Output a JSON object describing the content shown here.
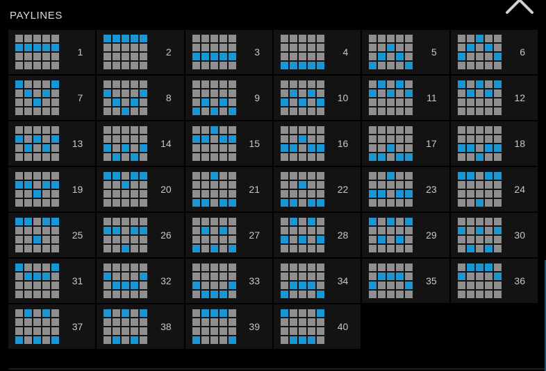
{
  "title": "PAYLINES",
  "close_icon": "x-close-icon",
  "colors": {
    "background": "#000000",
    "cell_bg": "#131313",
    "square_gray": "#8f8f8f",
    "square_blue": "#1996d3",
    "number_text": "#c8c8c8",
    "title_text": "#dcdcdc",
    "close_icon": "#d0d0d0",
    "scrollbar": "#1d5068",
    "divider": "#1c1c1c"
  },
  "pattern_grid": {
    "rows": 4,
    "cols": 5
  },
  "paylines": [
    {
      "number": 1,
      "pattern": [
        1,
        1,
        1,
        1,
        1
      ]
    },
    {
      "number": 2,
      "pattern": [
        0,
        0,
        0,
        0,
        0
      ]
    },
    {
      "number": 3,
      "pattern": [
        2,
        2,
        2,
        2,
        2
      ]
    },
    {
      "number": 4,
      "pattern": [
        3,
        3,
        3,
        3,
        3
      ]
    },
    {
      "number": 5,
      "pattern": [
        3,
        2,
        1,
        2,
        3
      ]
    },
    {
      "number": 6,
      "pattern": [
        2,
        1,
        0,
        1,
        2
      ]
    },
    {
      "number": 7,
      "pattern": [
        0,
        1,
        2,
        1,
        0
      ]
    },
    {
      "number": 8,
      "pattern": [
        1,
        2,
        3,
        2,
        1
      ]
    },
    {
      "number": 9,
      "pattern": [
        3,
        2,
        3,
        2,
        3
      ]
    },
    {
      "number": 10,
      "pattern": [
        2,
        1,
        2,
        1,
        2
      ]
    },
    {
      "number": 11,
      "pattern": [
        1,
        0,
        1,
        0,
        1
      ]
    },
    {
      "number": 12,
      "pattern": [
        0,
        1,
        0,
        1,
        0
      ]
    },
    {
      "number": 13,
      "pattern": [
        1,
        2,
        1,
        2,
        1
      ]
    },
    {
      "number": 14,
      "pattern": [
        2,
        3,
        2,
        3,
        2
      ]
    },
    {
      "number": 15,
      "pattern": [
        1,
        1,
        0,
        1,
        1
      ]
    },
    {
      "number": 16,
      "pattern": [
        2,
        2,
        1,
        2,
        2
      ]
    },
    {
      "number": 17,
      "pattern": [
        3,
        3,
        2,
        3,
        3
      ]
    },
    {
      "number": 18,
      "pattern": [
        2,
        2,
        3,
        2,
        2
      ]
    },
    {
      "number": 19,
      "pattern": [
        1,
        1,
        2,
        1,
        1
      ]
    },
    {
      "number": 20,
      "pattern": [
        0,
        0,
        1,
        0,
        0
      ]
    },
    {
      "number": 21,
      "pattern": [
        3,
        3,
        0,
        3,
        3
      ]
    },
    {
      "number": 22,
      "pattern": [
        3,
        3,
        1,
        3,
        3
      ]
    },
    {
      "number": 23,
      "pattern": [
        2,
        2,
        0,
        2,
        2
      ]
    },
    {
      "number": 24,
      "pattern": [
        0,
        0,
        3,
        0,
        0
      ]
    },
    {
      "number": 25,
      "pattern": [
        0,
        0,
        2,
        0,
        0
      ]
    },
    {
      "number": 26,
      "pattern": [
        1,
        1,
        3,
        1,
        1
      ]
    },
    {
      "number": 27,
      "pattern": [
        3,
        1,
        3,
        1,
        3
      ]
    },
    {
      "number": 28,
      "pattern": [
        2,
        0,
        2,
        0,
        2
      ]
    },
    {
      "number": 29,
      "pattern": [
        0,
        2,
        0,
        2,
        0
      ]
    },
    {
      "number": 30,
      "pattern": [
        1,
        3,
        1,
        3,
        1
      ]
    },
    {
      "number": 31,
      "pattern": [
        0,
        1,
        1,
        1,
        0
      ]
    },
    {
      "number": 32,
      "pattern": [
        1,
        2,
        2,
        2,
        1
      ]
    },
    {
      "number": 33,
      "pattern": [
        2,
        3,
        3,
        3,
        2
      ]
    },
    {
      "number": 34,
      "pattern": [
        3,
        2,
        2,
        2,
        3
      ]
    },
    {
      "number": 35,
      "pattern": [
        2,
        1,
        1,
        1,
        2
      ]
    },
    {
      "number": 36,
      "pattern": [
        1,
        0,
        0,
        0,
        1
      ]
    },
    {
      "number": 37,
      "pattern": [
        3,
        0,
        3,
        0,
        3
      ]
    },
    {
      "number": 38,
      "pattern": [
        0,
        3,
        0,
        3,
        0
      ]
    },
    {
      "number": 39,
      "pattern": [
        3,
        0,
        0,
        0,
        3
      ]
    },
    {
      "number": 40,
      "pattern": [
        0,
        3,
        3,
        3,
        0
      ]
    }
  ]
}
